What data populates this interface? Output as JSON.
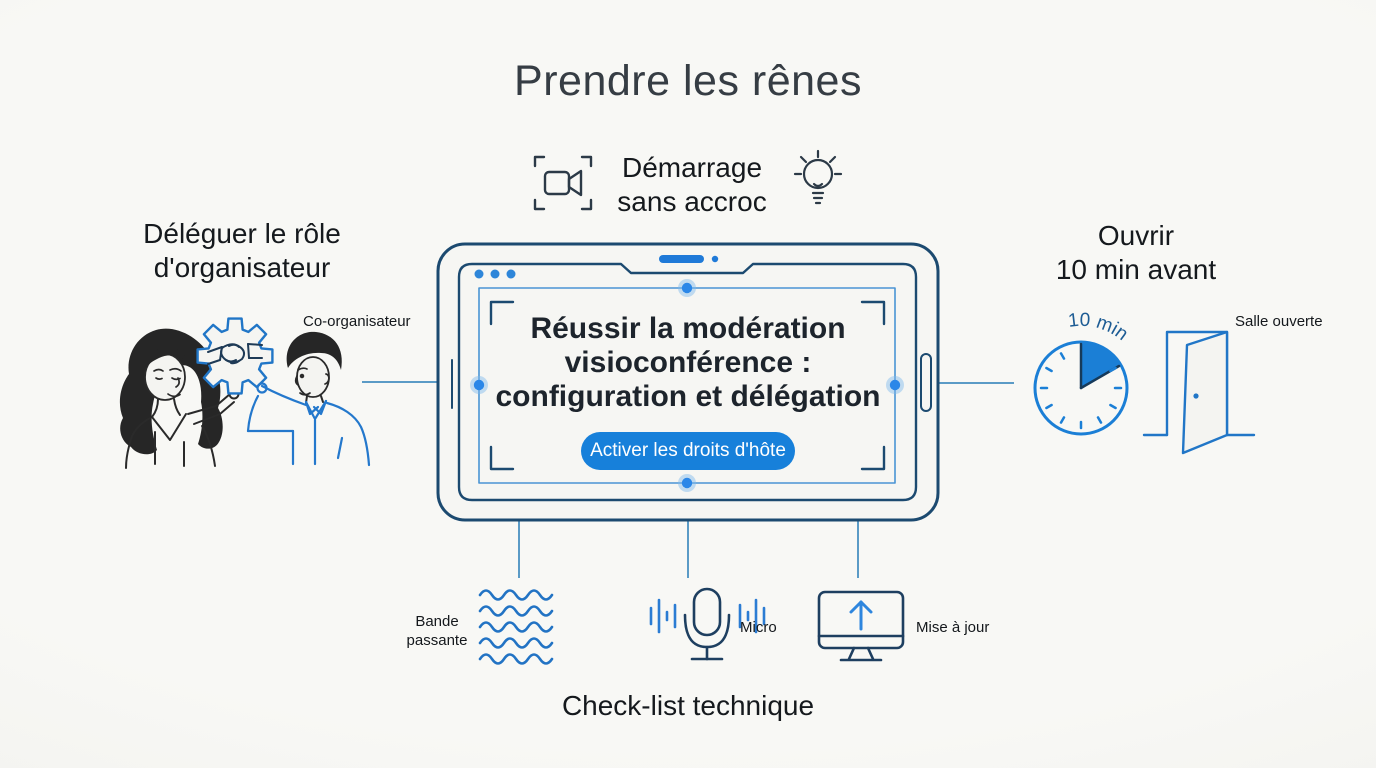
{
  "title": "Prendre les rênes",
  "top_feature": {
    "heading_line1": "Démarrage",
    "heading_line2": "sans accroc",
    "left_icon": "video-camera",
    "right_icon": "lightbulb"
  },
  "left_feature": {
    "heading_line1": "Déléguer le rôle",
    "heading_line2": "d'organisateur",
    "caption": "Co-organisateur",
    "icon": "cog-handshake-people"
  },
  "tablet": {
    "headline_line1": "Réussir la modération",
    "headline_line2": "visioconférence :",
    "headline_line3": "configuration et délégation",
    "cta_label": "Activer les droits d'hôte"
  },
  "right_feature": {
    "heading_line1": "Ouvrir",
    "heading_line2": "10 min avant",
    "clock_label": "10 min",
    "door_caption": "Salle ouverte",
    "icons": [
      "clock-10min",
      "open-door"
    ]
  },
  "checklist": {
    "heading": "Check-list technique",
    "items": [
      {
        "label": "Bande passante",
        "icon": "bandwidth-waves"
      },
      {
        "label": "Micro",
        "icon": "microphone"
      },
      {
        "label": "Mise à jour",
        "icon": "monitor-update"
      }
    ]
  },
  "colors": {
    "background": "#f4f4f1",
    "line_navy": "#1c4a70",
    "line_blue": "#2176c7",
    "accent_blue": "#1b7fd6",
    "glow_blue": "#2b87e8",
    "button_blue": "#1780da",
    "button_text": "#ffffff",
    "text_dark": "#15191d",
    "title_gray": "#363d44"
  }
}
